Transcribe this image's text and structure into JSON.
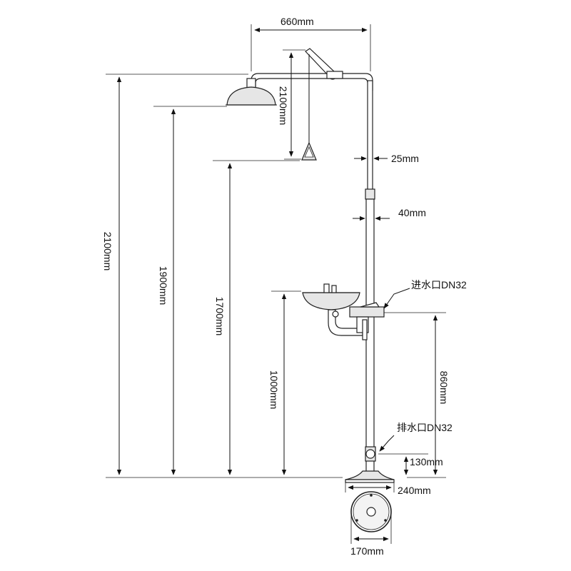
{
  "dimensions": {
    "arm_width": "660mm",
    "handle_drop": "2100mm",
    "pipe_upper": "25mm",
    "pipe_lower": "40mm",
    "total_height": "2100mm",
    "shower_head_height": "1900mm",
    "handle_height": "1700mm",
    "bowl_height": "1000mm",
    "inlet_height": "860mm",
    "outlet_height": "130mm",
    "base_width": "240mm",
    "base_diameter": "170mm"
  },
  "labels": {
    "inlet": "进水口DN32",
    "outlet": "排水口DN32"
  },
  "colors": {
    "line": "#222222",
    "background": "#ffffff"
  }
}
